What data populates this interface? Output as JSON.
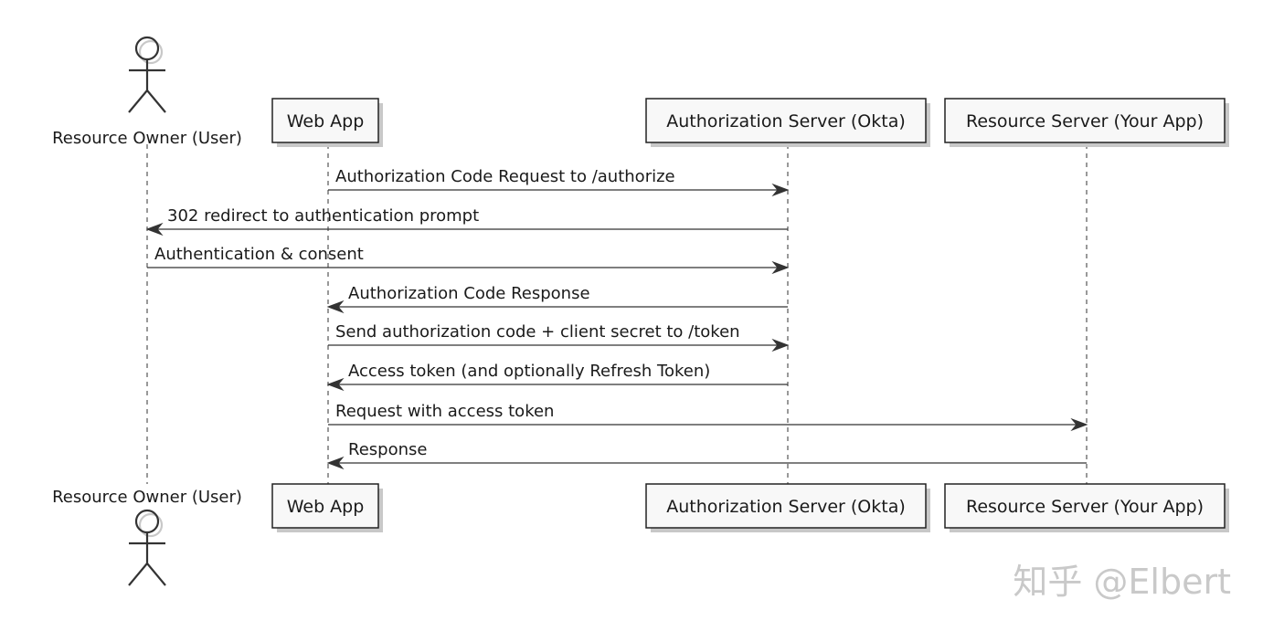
{
  "participants": [
    {
      "id": "user",
      "name": "Resource Owner (User)",
      "kind": "actor"
    },
    {
      "id": "webapp",
      "name": "Web App",
      "kind": "box"
    },
    {
      "id": "authserver",
      "name": "Authorization Server (Okta)",
      "kind": "box"
    },
    {
      "id": "resserver",
      "name": "Resource Server (Your App)",
      "kind": "box"
    }
  ],
  "messages": [
    {
      "from": "webapp",
      "to": "authserver",
      "text": "Authorization Code Request to /authorize"
    },
    {
      "from": "authserver",
      "to": "user",
      "text": "302 redirect to authentication prompt"
    },
    {
      "from": "user",
      "to": "authserver",
      "text": "Authentication & consent"
    },
    {
      "from": "authserver",
      "to": "webapp",
      "text": "Authorization Code Response"
    },
    {
      "from": "webapp",
      "to": "authserver",
      "text": "Send authorization code + client secret to /token"
    },
    {
      "from": "authserver",
      "to": "webapp",
      "text": "Access token (and optionally Refresh Token)"
    },
    {
      "from": "webapp",
      "to": "resserver",
      "text": "Request with access token"
    },
    {
      "from": "resserver",
      "to": "webapp",
      "text": "Response"
    }
  ],
  "watermark": "知乎 @Elbert",
  "colors": {
    "line": "#333333",
    "box_fill": "#f8f8f8",
    "box_stroke": "#222222",
    "shadow": "#c8c8c8",
    "watermark": "#c9c9c9"
  }
}
